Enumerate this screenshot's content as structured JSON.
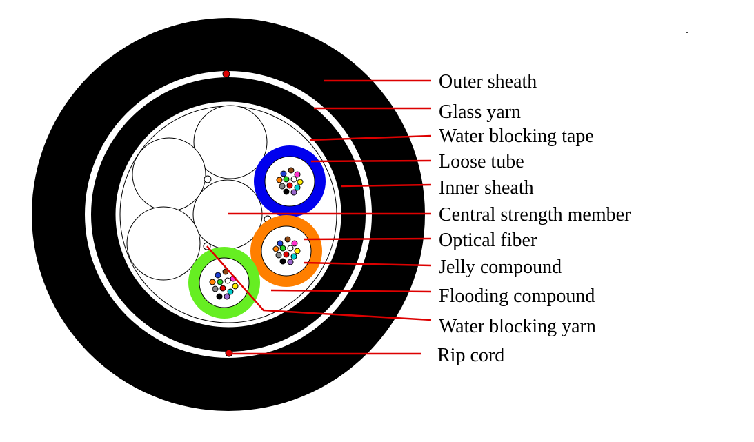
{
  "labels": {
    "outer_sheath": "Outer sheath",
    "glass_yarn": "Glass yarn",
    "water_blocking_tape": "Water blocking tape",
    "loose_tube": "Loose tube",
    "inner_sheath": "Inner sheath",
    "central_strength_member": "Central strength member",
    "optical_fiber": "Optical fiber",
    "jelly_compound": "Jelly compound",
    "flooding_compound": "Flooding compound",
    "water_blocking_yarn": "Water blocking yarn",
    "rip_cord": "Rip cord"
  },
  "colors": {
    "sheath": "#000000",
    "glass_yarn_ring": "#ffffff",
    "leader_line": "#dd0000",
    "rip_cord": "#dd0000",
    "loose_tube_blue": "#0000ee",
    "loose_tube_orange": "#ff7f00",
    "loose_tube_green": "#66ee22",
    "fiber_colors": [
      "#1f3fcf",
      "#ff7f00",
      "#22cc22",
      "#8b4513",
      "#888888",
      "#ffffff",
      "#dd0000",
      "#000000",
      "#ffee00",
      "#9966cc",
      "#ff33cc",
      "#00cccc"
    ]
  }
}
